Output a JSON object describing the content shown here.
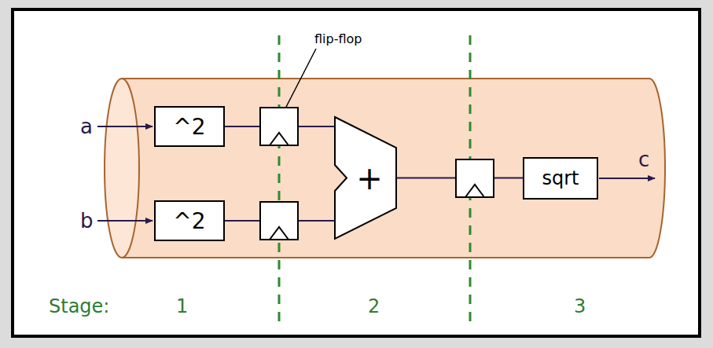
{
  "diagram": {
    "nodes": [
      {
        "text": [
          "^2"
        ]
      },
      {
        "text": [
          "^2"
        ]
      },
      {
        "text": [
          "+"
        ]
      },
      {
        "text": [
          "sqrt"
        ]
      }
    ],
    "edges": [
      {
        "from": 0,
        "to": 2,
        "arrow": "none"
      },
      {
        "from": 1,
        "to": 2,
        "arrow": "none"
      },
      {
        "from": 2,
        "to": 3,
        "arrow": "none"
      }
    ],
    "labels": [
      "flip-flop",
      "a",
      "b",
      "c",
      "Stage:",
      "1",
      "2",
      "3"
    ]
  }
}
